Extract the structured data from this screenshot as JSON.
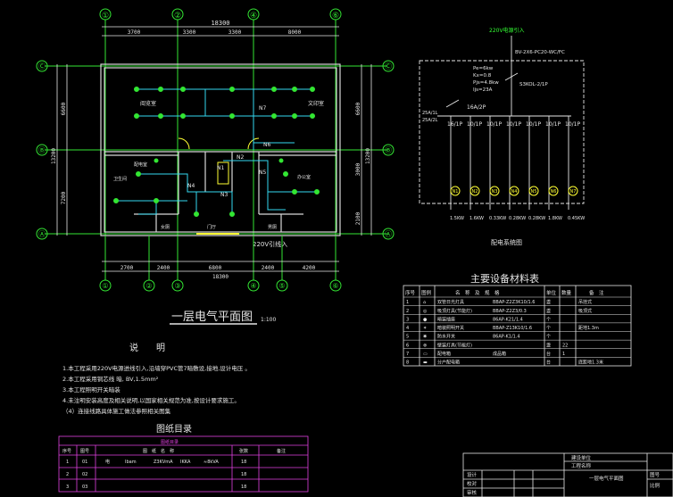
{
  "colors": {
    "background": "#000000",
    "wall": "#d8d8d8",
    "axis": "#33e633",
    "dimension": "#e6e6e6",
    "wiring": "#33d8f0",
    "fixture": "#33e633",
    "label": "#ffff33",
    "table_frame": "#e6e6e6",
    "index_frame": "#e040e0",
    "title_green": "#33ff33"
  },
  "plan": {
    "axis_top": [
      "①",
      "②",
      "④",
      "⑥"
    ],
    "axis_bottom": [
      "①",
      "②",
      "③",
      "④",
      "⑤",
      "⑥"
    ],
    "axis_left": [
      "Ⓒ",
      "Ⓑ",
      "Ⓐ"
    ],
    "axis_right": [
      "Ⓒ",
      "Ⓑ",
      "Ⓐ"
    ],
    "dim_total_top": "18300",
    "dim_top": [
      "3700",
      "3300",
      "3300",
      "8000"
    ],
    "dim_total_bottom": "18300",
    "dim_bottom": [
      "2700",
      "2400",
      "6800",
      "2400",
      "4200"
    ],
    "dim_left_total": "13200",
    "dim_left": [
      "6600",
      "7200"
    ],
    "dim_right_total": "13200",
    "dim_right": [
      "6600",
      "3000",
      "2100"
    ],
    "rooms": [
      "阅览室",
      "文印室",
      "配电室",
      "卫生间",
      "办公室",
      "门厅",
      "女厕",
      "男厕"
    ],
    "circuits": [
      "N1",
      "N2",
      "N3",
      "N4",
      "N5",
      "N6",
      "N7"
    ],
    "supply_note": "220V引线入",
    "title": "一层电气平面图",
    "scale": "1:100"
  },
  "system": {
    "incoming": "220V电源引入",
    "cable": "BV-2X6-PC20-WC/FC",
    "load_params": [
      "Pe=6kw",
      "Kx=0.8",
      "Pjs=4.8kw",
      "Ijs=23A"
    ],
    "main_breaker": "S3KOL-2/1P",
    "branch_breaker": "16A/2P",
    "bus_labels": [
      "25A/1L",
      "25A/2L"
    ],
    "branch_ratings": [
      "16/1P",
      "10/1P",
      "10/1P",
      "10/1P",
      "10/1P",
      "10/1P",
      "10/1P"
    ],
    "outlets": [
      "N1",
      "N2",
      "N3",
      "N4",
      "N5",
      "N6",
      "N7"
    ],
    "loads": [
      "1.5KW",
      "1.6KW",
      "0.33KW",
      "0.28KW",
      "0.28KW",
      "1.8KW",
      "0.45KW"
    ],
    "title": "配电系统图"
  },
  "notes": {
    "title": "说　　明",
    "lines": [
      "1.本工程采用220V电源进线引入,沿墙穿PVC管7暗敷设,接地,设计电压 。",
      "2.本工程采用铜芯线 暗, BV,1.5mm²",
      "3.本工程照明开关暗装",
      "4.未注明安装高度及相关说明,以国家相关规范为准,按设计要求施工。",
      "（4）连接线路具体施工做法参照相关图集"
    ]
  },
  "materials": {
    "title": "主要设备材料表",
    "headers": [
      "序号",
      "图例",
      "名　称　及　规　格",
      "",
      "单位",
      "数量",
      "备　注"
    ],
    "rows": [
      [
        "1",
        "⌂",
        "双管日光灯具",
        "BBAP-Z2Z3K10/1.6",
        "盏",
        "",
        "吊挂式"
      ],
      [
        "2",
        "◎",
        "吸顶灯具(节能灯)",
        "BBAP-Z2Z3/0.3",
        "盏",
        "",
        "吸顶式"
      ],
      [
        "3",
        "●",
        "暗装插座",
        "86AP-K21/1.4",
        "个",
        "",
        ""
      ],
      [
        "4",
        "✶",
        "暗装照明开关",
        "BBAP-Z13K10/1.6",
        "个",
        "",
        "距地1.3m"
      ],
      [
        "5",
        "✱",
        "防水开关",
        "86AP-K1/1.4",
        "个",
        "",
        ""
      ],
      [
        "6",
        "⊗",
        "壁装灯具(节能灯)",
        "",
        "盏",
        "22",
        ""
      ],
      [
        "7",
        "▭",
        "配电箱",
        "成品箱",
        "台",
        "1",
        ""
      ],
      [
        "8",
        "▬",
        "分户配电箱",
        "",
        "台",
        "",
        "底距地1.3米"
      ]
    ]
  },
  "index": {
    "title": "图纸目录",
    "headers": [
      "序号",
      "图号",
      "图　纸　名　称",
      "",
      "",
      "",
      "张数",
      "备注"
    ],
    "rows": [
      [
        "1",
        "01",
        "电",
        "Ibam",
        "Z3KVmA",
        "IKKA",
        "≈8kVA",
        "18",
        ""
      ],
      [
        "2",
        "02",
        "",
        "",
        "",
        "",
        "",
        "18",
        ""
      ],
      [
        "3",
        "03",
        "",
        "",
        "",
        "",
        "",
        "18",
        ""
      ]
    ]
  },
  "title_block": {
    "unit_label": "建设单位",
    "project_label": "工程名称",
    "rows": [
      "设计",
      "校对",
      "审核"
    ],
    "sheet_name": "一层电气平面图",
    "sheet_no_label": "图号",
    "scale_label": "比例"
  }
}
